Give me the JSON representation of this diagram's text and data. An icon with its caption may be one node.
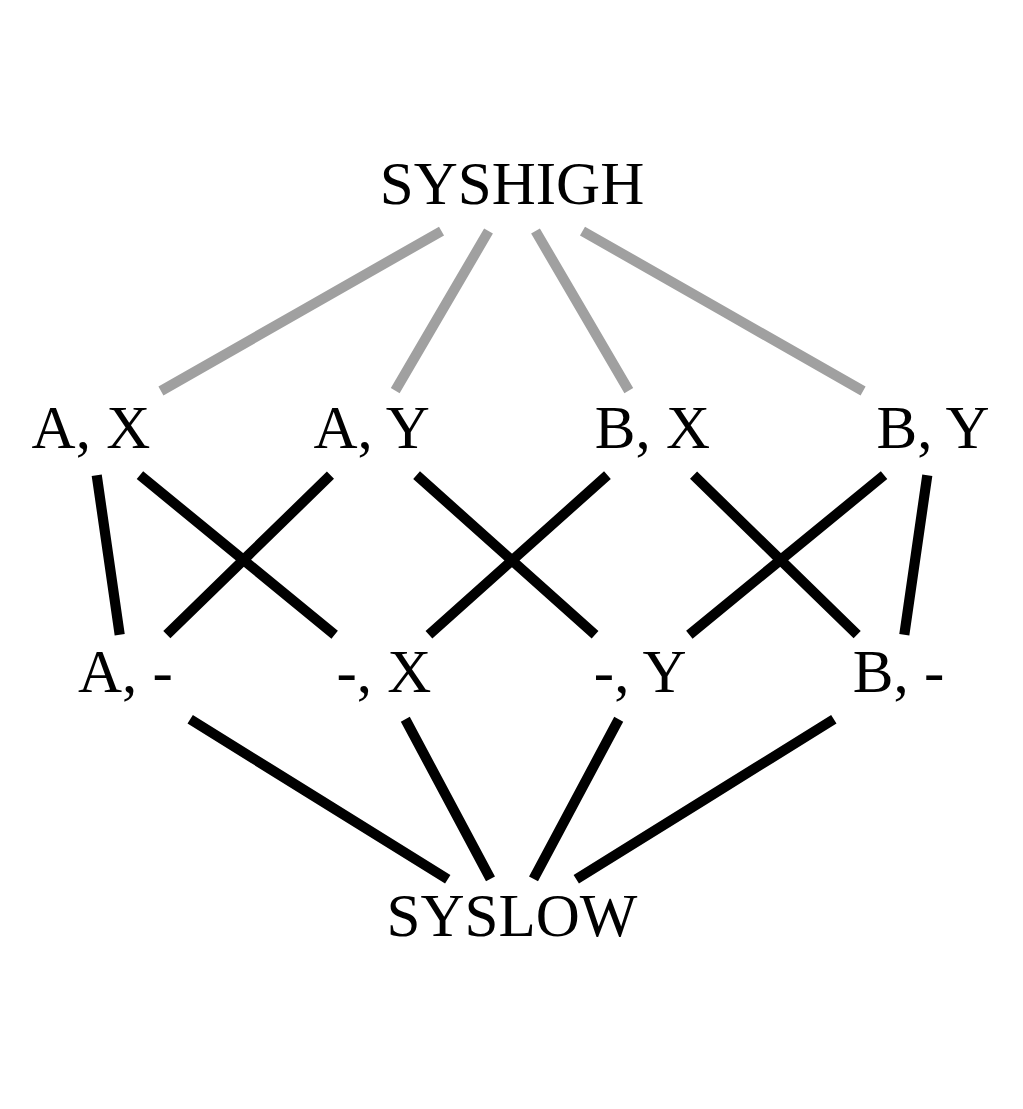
{
  "diagram": {
    "nodes": [
      {
        "text": [
          "SYSHIGH"
        ]
      },
      {
        "text": [
          "A, X"
        ]
      },
      {
        "text": [
          "A, Y"
        ]
      },
      {
        "text": [
          "B, X"
        ]
      },
      {
        "text": [
          "B, Y"
        ]
      },
      {
        "text": [
          "A, -"
        ]
      },
      {
        "text": [
          "-, X"
        ]
      },
      {
        "text": [
          "-, Y"
        ]
      },
      {
        "text": [
          "B, -"
        ]
      },
      {
        "text": [
          "SYSLOW"
        ]
      }
    ],
    "edges": [
      {
        "from": 0,
        "to": 1,
        "arrow": "none",
        "color": "#a0a0a0"
      },
      {
        "from": 0,
        "to": 2,
        "arrow": "none",
        "color": "#a0a0a0"
      },
      {
        "from": 0,
        "to": 3,
        "arrow": "none",
        "color": "#a0a0a0"
      },
      {
        "from": 0,
        "to": 4,
        "arrow": "none",
        "color": "#a0a0a0"
      },
      {
        "from": 1,
        "to": 5,
        "arrow": "none"
      },
      {
        "from": 1,
        "to": 6,
        "arrow": "none"
      },
      {
        "from": 2,
        "to": 5,
        "arrow": "none"
      },
      {
        "from": 2,
        "to": 7,
        "arrow": "none"
      },
      {
        "from": 3,
        "to": 6,
        "arrow": "none"
      },
      {
        "from": 3,
        "to": 8,
        "arrow": "none"
      },
      {
        "from": 4,
        "to": 8,
        "arrow": "none"
      },
      {
        "from": 4,
        "to": 7,
        "arrow": "none"
      },
      {
        "from": 5,
        "to": 9,
        "arrow": "none"
      },
      {
        "from": 6,
        "to": 9,
        "arrow": "none"
      },
      {
        "from": 7,
        "to": 9,
        "arrow": "none"
      },
      {
        "from": 8,
        "to": 9,
        "arrow": "none"
      }
    ]
  }
}
